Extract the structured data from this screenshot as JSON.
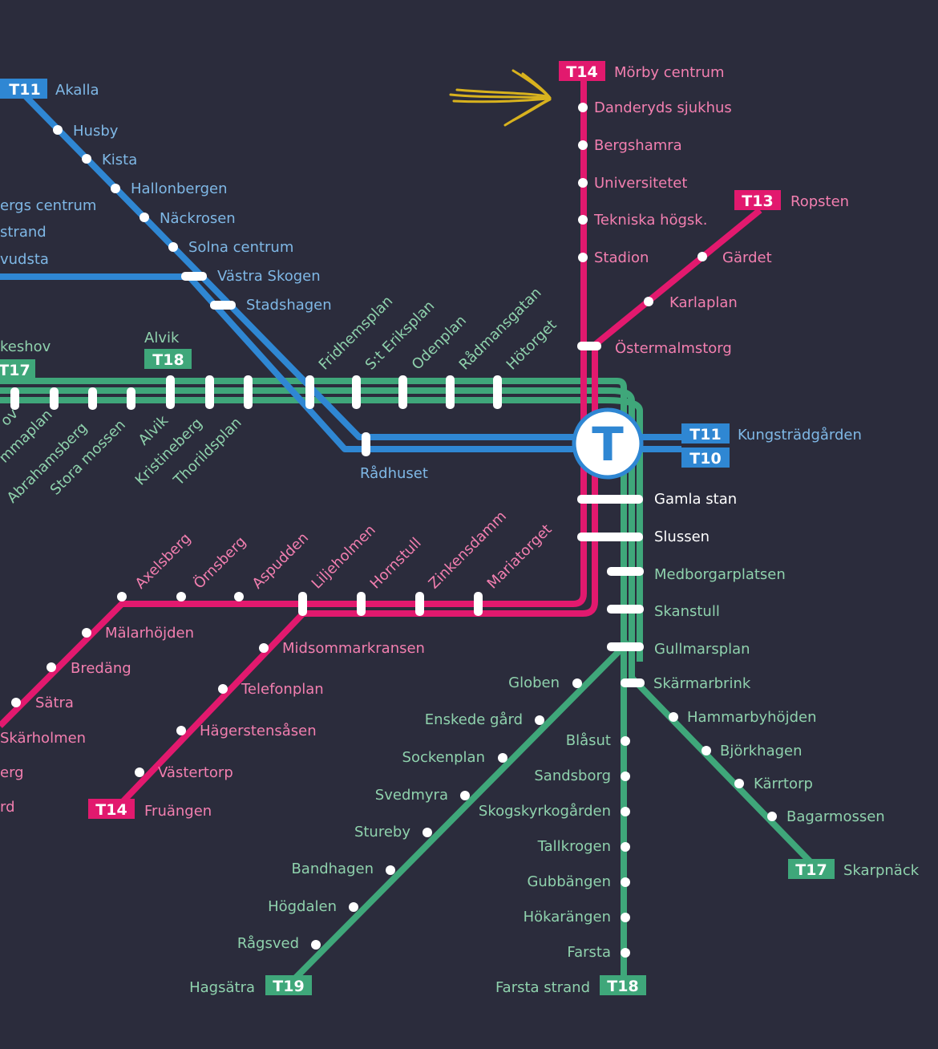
{
  "colors": {
    "background": "#2b2c3c",
    "red_line": "#e2196e",
    "blue_line": "#2f87d3",
    "green_line": "#3fa77a",
    "station_dot": "#ffffff",
    "arrow": "#d8b21e"
  },
  "badges": {
    "t14_north": "T14",
    "t14_south": "T14",
    "t13": "T13",
    "t11_north": "T11",
    "t11_east": "T11",
    "t10": "T10",
    "t18_west": "T18",
    "t18_south": "T18",
    "t17_west": "T17",
    "t17_east": "T17",
    "t19": "T19"
  },
  "hub": {
    "symbol": "T"
  },
  "stations": {
    "morby_centrum": "Mörby centrum",
    "danderyds_sjukhus": "Danderyds sjukhus",
    "bergshamra": "Bergshamra",
    "universitetet": "Universitetet",
    "tekniska_hogsk": "Tekniska högsk.",
    "stadion": "Stadion",
    "ostermalmstorg": "Östermalmstorg",
    "ropsten": "Ropsten",
    "gardet": "Gärdet",
    "karlaplan": "Karlaplan",
    "akalla": "Akalla",
    "husby": "Husby",
    "kista": "Kista",
    "hallonbergen": "Hallonbergen",
    "nackrosen": "Näckrosen",
    "solna_centrum": "Solna centrum",
    "vastra_skogen": "Västra Skogen",
    "stadshagen": "Stadshagen",
    "rinkeby_partial": "ergs centrum",
    "strand_partial": "strand",
    "huvudsta_partial": "vudsta",
    "fridhemsplan": "Fridhemsplan",
    "st_eriksplan": "S:t Eriksplan",
    "odenplan": "Odenplan",
    "radmansgatan": "Rådmansgatan",
    "hotorget": "Hötorget",
    "radhuset": "Rådhuset",
    "kungstradgarden": "Kungsträdgården",
    "akeshov_partial": "keshov",
    "alvik_top": "Alvik",
    "brommaplan_partial": "ov",
    "abrahamsberg_partial": "mmaplan",
    "abrahamsberg": "Abrahamsberg",
    "stora_mossen": "Stora mossen",
    "alvik": "Alvik",
    "kristineberg": "Kristineberg",
    "thorildsplan": "Thorildsplan",
    "gamla_stan": "Gamla stan",
    "slussen": "Slussen",
    "medborgarplatsen": "Medborgarplatsen",
    "skanstull": "Skanstull",
    "gullmarsplan": "Gullmarsplan",
    "skarmarbrink": "Skärmarbrink",
    "axelsberg": "Axelsberg",
    "ornsberg": "Örnsberg",
    "aspudden": "Aspudden",
    "liljeholmen": "Liljeholmen",
    "hornstull": "Hornstull",
    "zinkensdamm": "Zinkensdamm",
    "mariatorget": "Mariatorget",
    "malarhojden": "Mälarhöjden",
    "bredang": "Bredäng",
    "satra": "Sätra",
    "skarholmen": "Skärholmen",
    "varberg_partial": "erg",
    "vardby_partial": "rd",
    "midsommarkransen": "Midsommarkransen",
    "telefonplan": "Telefonplan",
    "hagerstensasen": "Hägerstensåsen",
    "vastertorp": "Västertorp",
    "fruangen": "Fruängen",
    "globen": "Globen",
    "enskede_gard": "Enskede gård",
    "sockenplan": "Sockenplan",
    "svedmyra": "Svedmyra",
    "stureby": "Stureby",
    "bandhagen": "Bandhagen",
    "hogdalen": "Högdalen",
    "ragsved": "Rågsved",
    "hagsatra": "Hagsätra",
    "blasut": "Blåsut",
    "sandsborg": "Sandsborg",
    "skogskyrkogarden": "Skogskyrkogården",
    "tallkrogen": "Tallkrogen",
    "gubbangen": "Gubbängen",
    "hokarangen": "Hökarängen",
    "farsta": "Farsta",
    "farsta_strand": "Farsta strand",
    "hammarbyhojden": "Hammarbyhöjden",
    "bjorkhagen": "Björkhagen",
    "karrtorp": "Kärrtorp",
    "bagarmossen": "Bagarmossen",
    "skarpnack": "Skarpnäck"
  }
}
